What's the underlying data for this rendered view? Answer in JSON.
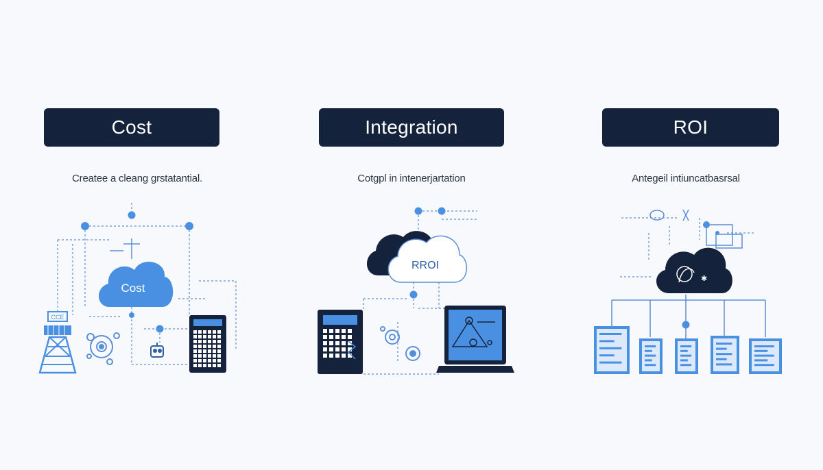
{
  "colors": {
    "background": "#f7f9fc",
    "title_box": "#15223b",
    "title_text": "#ffffff",
    "accent_blue": "#4a90e2",
    "navy": "#15223b",
    "line_blue": "#5b8fd6"
  },
  "columns": [
    {
      "title": "Cost",
      "subtitle": "Createe a cleang grstatantial.",
      "cloud_label": "Cost",
      "tower_label": "CCE"
    },
    {
      "title": "Integration",
      "subtitle": "Cotgpl in intenerjartation",
      "cloud_label": "RROI"
    },
    {
      "title": "ROI",
      "subtitle": "Antegeil intiuncatbasrsal"
    }
  ]
}
